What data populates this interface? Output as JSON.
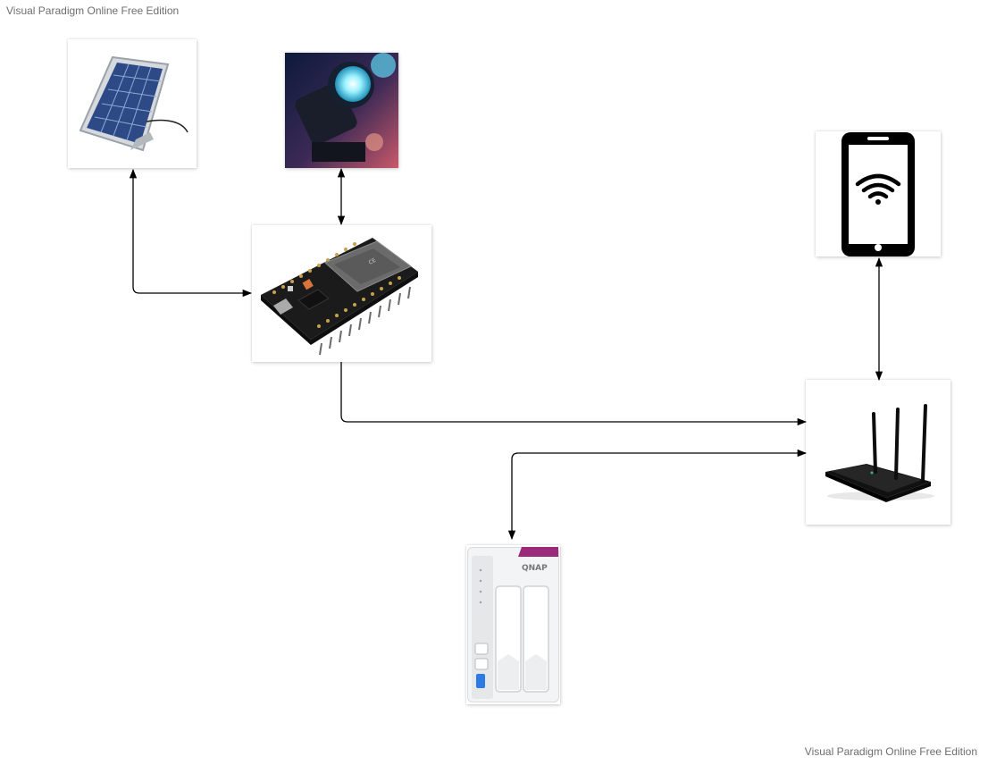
{
  "watermark": {
    "top": "Visual Paradigm Online Free Edition",
    "bottom": "Visual Paradigm Online Free Edition"
  },
  "colors": {
    "connector": "#000000",
    "solar_frame": "#b9bec4",
    "solar_cell": "#2e4a86",
    "esp32_board": "#1b1b1b",
    "esp32_shield": "#6b6b6b",
    "nas_accent": "#9b2a7a",
    "light_beam": "#7fe6ff"
  },
  "nodes": [
    {
      "id": "solar-panel",
      "icon": "solar-panel-icon"
    },
    {
      "id": "spotlight",
      "icon": "spotlight-icon"
    },
    {
      "id": "esp32-board",
      "icon": "esp32-board-icon"
    },
    {
      "id": "smartphone",
      "icon": "smartphone-wifi-icon"
    },
    {
      "id": "wifi-router",
      "icon": "router-icon"
    },
    {
      "id": "nas-storage",
      "icon": "nas-icon"
    }
  ],
  "nas_brand": "QNAP",
  "connections": [
    {
      "from": "esp32-board",
      "to": "solar-panel",
      "arrows": "both"
    },
    {
      "from": "esp32-board",
      "to": "spotlight",
      "arrows": "both"
    },
    {
      "from": "esp32-board",
      "to": "wifi-router",
      "arrows": "end"
    },
    {
      "from": "wifi-router",
      "to": "nas-storage",
      "arrows": "both"
    },
    {
      "from": "smartphone",
      "to": "wifi-router",
      "arrows": "both"
    }
  ]
}
